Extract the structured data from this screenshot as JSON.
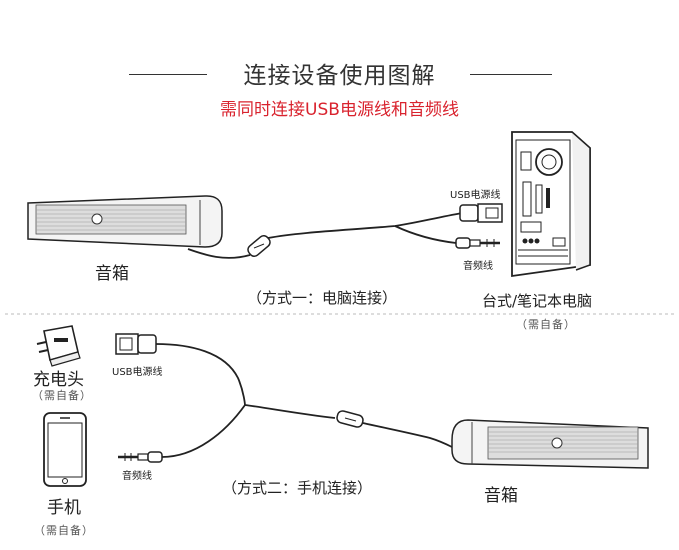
{
  "title": "连接设备使用图解",
  "subtitle": "需同时连接USB电源线和音频线",
  "method1": {
    "caption": "（方式一：电脑连接）",
    "speaker_label": "音箱",
    "computer_label": "台式/笔记本电脑",
    "computer_note": "（需自备）",
    "usb_label": "USB电源线",
    "audio_label": "音频线"
  },
  "method2": {
    "caption": "（方式二：手机连接）",
    "charger_label": "充电头",
    "charger_note": "（需自备）",
    "phone_label": "手机",
    "phone_note": "（需自备）",
    "speaker_label": "音箱",
    "usb_label": "USB电源线",
    "audio_label": "音频线"
  },
  "colors": {
    "accent": "#d9232e",
    "ink": "#222222"
  }
}
